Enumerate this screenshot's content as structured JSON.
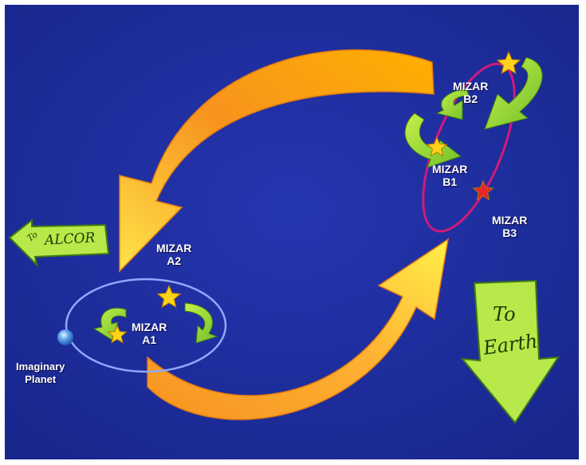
{
  "colors": {
    "background": "#1f2fa0",
    "border": "#ffffff",
    "arrow_orange": "#f7931e",
    "arrow_yellow": "#ffe34a",
    "arrow_green": "#9ad93a",
    "orbit_a": "#8fa8ff",
    "orbit_b": "#d01a7a",
    "star": "#ffd21a",
    "star_red": "#e8262a",
    "text": "#ffffff"
  },
  "labels": {
    "mizar_a2": [
      "MIZAR",
      "A2"
    ],
    "mizar_a1": [
      "MIZAR",
      "A1"
    ],
    "mizar_b2": [
      "MIZAR",
      "B2"
    ],
    "mizar_b1": [
      "MIZAR",
      "B1"
    ],
    "mizar_b3": [
      "MIZAR",
      "B3"
    ],
    "planet": [
      "Imaginary",
      "Planet"
    ]
  },
  "signs": {
    "alcor": {
      "to": "To",
      "name": "ALCOR"
    },
    "earth": {
      "to": "To",
      "name": "Earth"
    }
  },
  "icons": {
    "star": "five-point-star",
    "planet": "globe",
    "arrow": "curved-arrow"
  }
}
